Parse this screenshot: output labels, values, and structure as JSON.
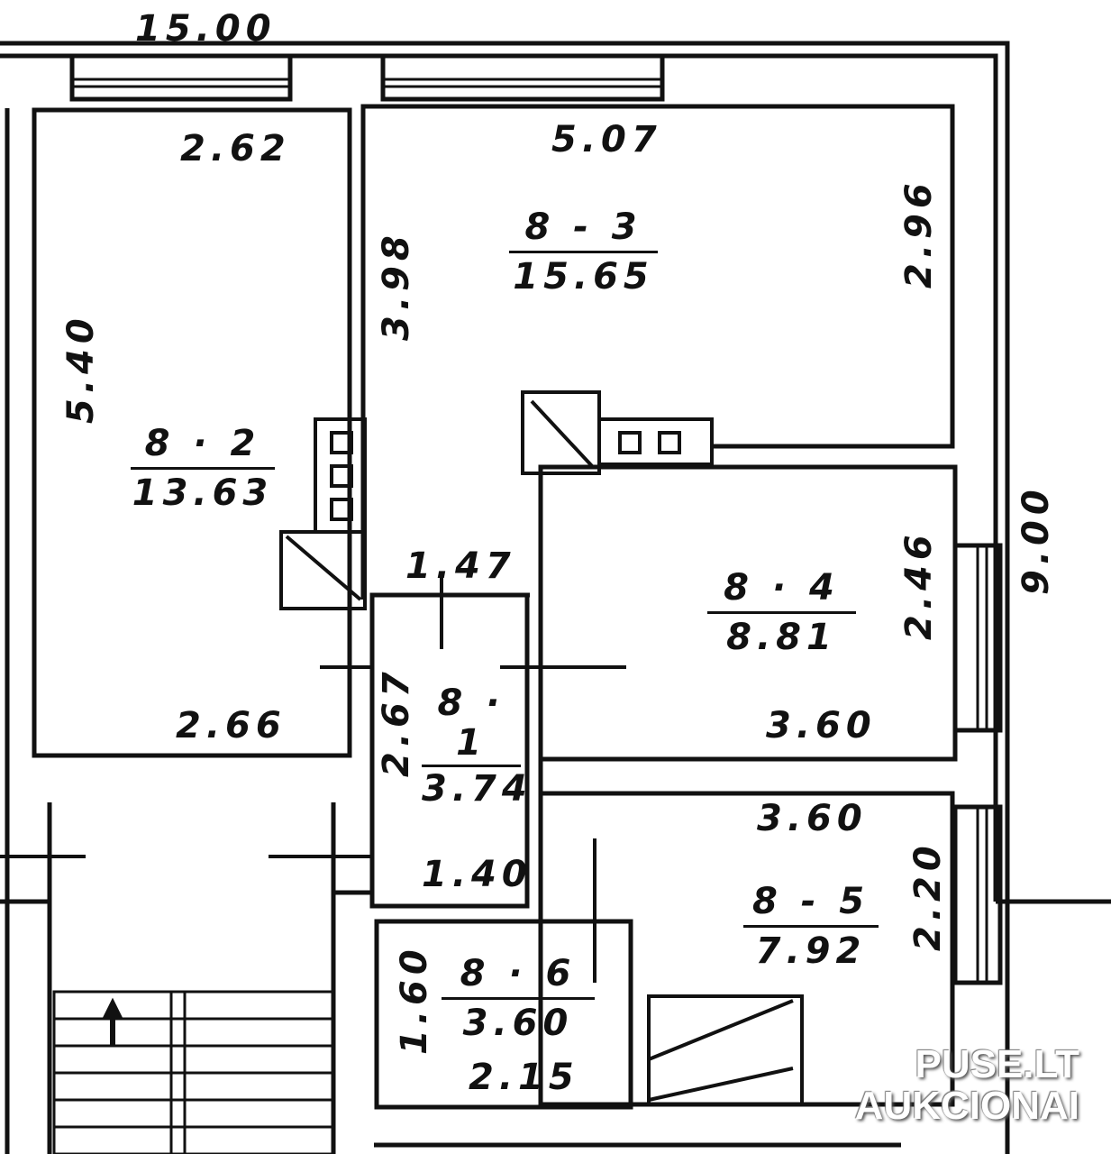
{
  "overall": {
    "width": "15.00",
    "depth": "9.00"
  },
  "rooms": [
    {
      "id": "8 · 2",
      "area": "13.63",
      "dims": [
        "2.62",
        "5.40",
        "2.66"
      ]
    },
    {
      "id": "8 - 3",
      "area": "15.65",
      "dims": [
        "5.07",
        "3.98",
        "2.96"
      ]
    },
    {
      "id": "8 · 4",
      "area": "8.81",
      "dims": [
        "2.46",
        "3.60"
      ]
    },
    {
      "id": "8 · 1",
      "area": "3.74",
      "dims": [
        "1.47",
        "2.67",
        "1.40"
      ]
    },
    {
      "id": "8 - 5",
      "area": "7.92",
      "dims": [
        "3.60",
        "2.20"
      ]
    },
    {
      "id": "8 · 6",
      "area": "3.60",
      "dims": [
        "1.60",
        "2.15"
      ]
    }
  ],
  "watermark": {
    "line1": "PUSE.LT",
    "line2": "AUKCIONAI"
  }
}
